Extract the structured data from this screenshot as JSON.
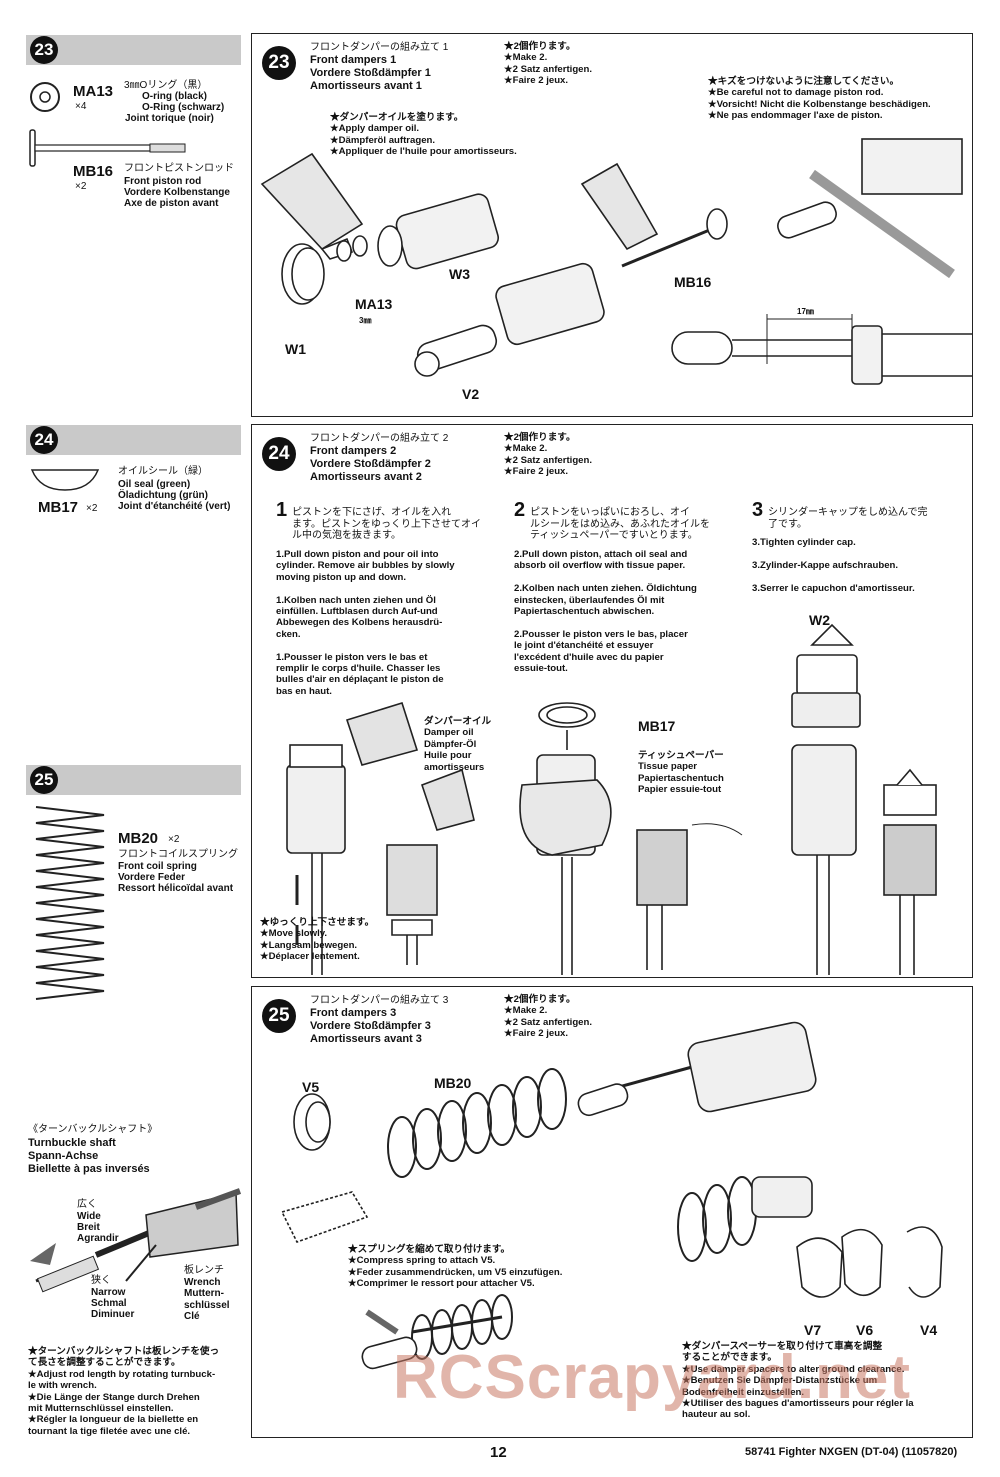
{
  "sidebar": {
    "s23": {
      "num": "23"
    },
    "ma13": {
      "code": "MA13",
      "qty": "×4",
      "jp": "3㎜Oリング（黒）",
      "en": "O-ring (black)",
      "de": "O-Ring (schwarz)",
      "fr": "Joint torique (noir)"
    },
    "mb16": {
      "code": "MB16",
      "qty": "×2",
      "jp": "フロントピストンロッド",
      "en": "Front piston rod",
      "de": "Vordere Kolbenstange",
      "fr": "Axe de piston avant"
    },
    "s24": {
      "num": "24"
    },
    "mb17": {
      "code": "MB17",
      "qty": "×2",
      "jp": "オイルシール（緑）",
      "en": "Oil seal (green)",
      "de": "Öladichtung (grün)",
      "fr": "Joint d'étanchéité (vert)"
    },
    "s25": {
      "num": "25"
    },
    "mb20": {
      "code": "MB20",
      "qty": "×2",
      "jp": "フロントコイルスプリング",
      "en": "Front coil spring",
      "de": "Vordere Feder",
      "fr": "Ressort hélicoïdal avant"
    },
    "turnbuckle": {
      "jp": "《ターンバックルシャフト》",
      "en": "Turnbuckle shaft",
      "de": "Spann-Achse",
      "fr": "Biellette à pas inversés",
      "wide_jp": "広く",
      "wide_en": "Wide",
      "wide_de": "Breit",
      "wide_fr": "Agrandir",
      "narrow_jp": "狭く",
      "narrow_en": "Narrow",
      "narrow_de": "Schmal",
      "narrow_fr": "Diminuer",
      "wrench_jp": "板レンチ",
      "wrench_en": "Wrench",
      "wrench_de": "Muttern-\nschlüssel",
      "wrench_fr": "Clé",
      "note": "★ターンバックルシャフトは板レンチを使っ\nて長さを調整することができます。\n★Adjust rod length by rotating turnbuck-\nle with wrench.\n★Die Länge der Stange durch Drehen\nmit Mutternschlüssel einstellen.\n★Régler la longueur de la biellette en\ntournant la tige filetée avec une clé."
    }
  },
  "step23": {
    "num": "23",
    "title_jp": "フロントダンパーの組み立て 1",
    "title_en": "Front dampers 1",
    "title_de": "Vordere Stoßdämpfer 1",
    "title_fr": "Amortisseurs avant 1",
    "make": "★2個作ります。\n★Make 2.\n★2 Satz anfertigen.\n★Faire 2 jeux.",
    "oil": "★ダンパーオイルを塗ります。\n★Apply damper oil.\n★Dämpferöl auftragen.\n★Appliquer de l'huile pour amortisseurs.",
    "careful": "★キズをつけないように注意してください。\n★Be careful not to damage piston rod.\n★Vorsicht! Nicht die Kolbenstange beschädigen.\n★Ne pas endommager l'axe de piston.",
    "labels": {
      "w3": "W3",
      "ma13": "MA13",
      "mm3": "3㎜",
      "w1": "W1",
      "v2": "V2",
      "mb16": "MB16",
      "dim": "17㎜"
    }
  },
  "step24": {
    "num": "24",
    "title_jp": "フロントダンパーの組み立て 2",
    "title_en": "Front dampers 2",
    "title_de": "Vordere Stoßdämpfer 2",
    "title_fr": "Amortisseurs avant 2",
    "make": "★2個作ります。\n★Make 2.\n★2 Satz anfertigen.\n★Faire 2 jeux.",
    "s1_jp": "ピストンを下にさげ、オイルを入れ\nます。ピストンをゆっくり上下させてオイ\nル中の気泡を抜きます。",
    "s1": "1.Pull down piston and pour oil into\ncylinder. Remove air bubbles by slowly\nmoving piston up and down.\n\n1.Kolben nach unten ziehen und Öl\neinfüllen. Luftblasen durch Auf-und\nAbbewegen des Kolbens herausdrü-\ncken.\n\n1.Pousser le piston vers le bas et\nremplir le corps d'huile. Chasser les\nbulles d'air en déplaçant le piston de\nbas en haut.",
    "s2_jp": "ピストンをいっぱいにおろし、オイ\nルシールをはめ込み、あふれたオイルを\nティッシュペーパーですいとります。",
    "s2": "2.Pull down piston, attach oil seal and\nabsorb oil overflow with tissue paper.\n\n2.Kolben nach unten ziehen. Öldichtung\neinstecken, überlaufendes Öl mit\nPapiertaschentuch abwischen.\n\n2.Pousser le piston vers le bas, placer\nle joint d'étanchéité et essuyer\nl'excédent d'huile avec du papier\nessuie-tout.",
    "s3_jp": "シリンダーキャップをしめ込んで完\n了です。",
    "s3": "3.Tighten cylinder cap.\n\n3.Zylinder-Kappe aufschrauben.\n\n3.Serrer le capuchon d'amortisseur.",
    "oil_label": "ダンパーオイル\nDamper oil\nDämpfer-Öl\nHuile pour\namortisseurs",
    "tissue": "ティッシュペーパー\nTissue paper\nPapiertaschentuch\nPapier essuie-tout",
    "slow": "★ゆっくり上下させます。\n★Move slowly.\n★Langsam bewegen.\n★Déplacer lentement.",
    "labels": {
      "mb17": "MB17",
      "w2": "W2",
      "n1": "1",
      "n2": "2",
      "n3": "3"
    }
  },
  "step25": {
    "num": "25",
    "title_jp": "フロントダンパーの組み立て 3",
    "title_en": "Front dampers 3",
    "title_de": "Vordere Stoßdämpfer 3",
    "title_fr": "Amortisseurs avant 3",
    "make": "★2個作ります。\n★Make 2.\n★2 Satz anfertigen.\n★Faire 2 jeux.",
    "compress": "★スプリングを縮めて取り付けます。\n★Compress spring to attach V5.\n★Feder zusammendrücken, um V5 einzufügen.\n★Comprimer le ressort pour attacher V5.",
    "spacer": "★ダンパースペーサーを取り付けて車高を調整\nすることができます。\n★Use damper spacers to alter ground clearance.\n★Benutzen Sie Dämpfer-Distanzstücke um\nBodenfreiheit einzustellen.\n★Utiliser des bagues d'amortisseurs pour régler la\nhauteur au sol.",
    "labels": {
      "v5": "V5",
      "mb20": "MB20",
      "v7": "V7",
      "v6": "V6",
      "v4": "V4"
    }
  },
  "footer": {
    "page": "12",
    "model": "58741 Fighter NXGEN (DT-04) (11057820)"
  },
  "watermark": "RCScrapyard.net"
}
